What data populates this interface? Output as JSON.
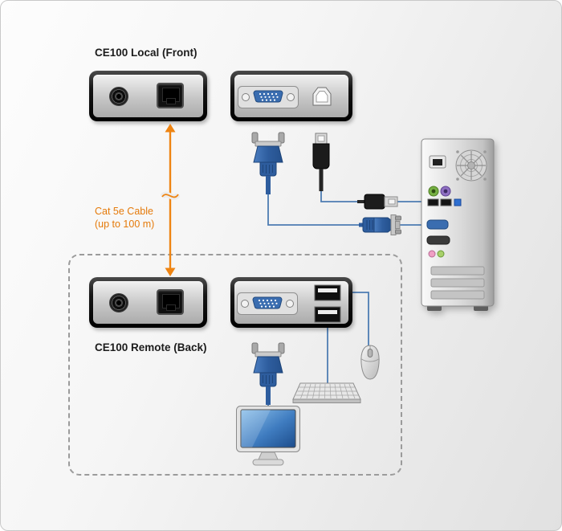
{
  "labels": {
    "local_title": "CE100 Local (Front)",
    "cable_name": "Cat 5e Cable",
    "cable_length": "(up to 100 m)",
    "remote_title": "CE100 Remote (Back)"
  },
  "colors": {
    "accent-orange": "#ee8412",
    "label-orange": "#e57a0a",
    "vga-blue": "#3a6db0",
    "vga-blue-dark": "#24508c",
    "line-blue": "#4d7cb2",
    "panel-black": "#141414"
  },
  "icons": {
    "power-jack-icon": "concentric round DC power jack",
    "rj45-port-icon": "dark square RJ-45 network port",
    "vga-port-icon": "blue DE-15 VGA female port",
    "usb-b-port-icon": "square USB type-B port",
    "usb-a-ports-icon": "two stacked USB type-A ports",
    "vga-plug-icon": "blue VGA cable plug",
    "usb-b-plug-icon": "black USB type-B cable plug",
    "usb-a-plug-icon": "black USB type-A cable plug",
    "fan-icon": "round cooling fan grille",
    "ps2-ports-icon": "green and purple PS/2 ports",
    "audio-jacks-icon": "pink and green audio jacks",
    "vent-icon": "horizontal vent slot",
    "monitor-icon": "LCD monitor with blue screen",
    "keyboard-icon": "keyboard in perspective",
    "mouse-icon": "wheel mouse",
    "double-arrow-icon": "orange vertical double-headed arrow with cable break"
  }
}
